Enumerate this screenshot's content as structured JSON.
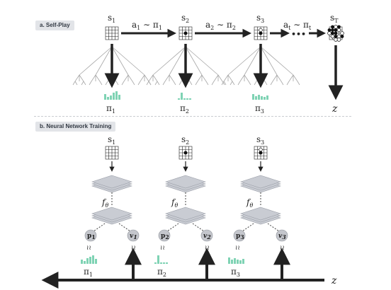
{
  "sections": {
    "self_play": {
      "tag": "a. Self-Play"
    },
    "training": {
      "tag": "b. Neural Network Training"
    }
  },
  "self_play": {
    "states": [
      {
        "label": "s",
        "sub": "1"
      },
      {
        "label": "s",
        "sub": "2"
      },
      {
        "label": "s",
        "sub": "3"
      },
      {
        "label": "s",
        "sub": "T"
      }
    ],
    "moves": [
      {
        "a": "a",
        "a_sub": "1",
        "rel": " ∼ π",
        "pi_sub": "1"
      },
      {
        "a": "a",
        "a_sub": "2",
        "rel": " ∼ π",
        "pi_sub": "2"
      },
      {
        "a": "a",
        "a_sub": "t",
        "rel": " ∼ π",
        "pi_sub": "t"
      }
    ],
    "policies": [
      {
        "label": "π",
        "sub": "1"
      },
      {
        "label": "π",
        "sub": "2"
      },
      {
        "label": "π",
        "sub": "3"
      }
    ],
    "outcome": "z",
    "ellipsis": "•••"
  },
  "training": {
    "states": [
      {
        "label": "s",
        "sub": "1"
      },
      {
        "label": "s",
        "sub": "2"
      },
      {
        "label": "s",
        "sub": "3"
      }
    ],
    "networks": [
      {
        "f": "f",
        "f_sub": "θ",
        "p": "p",
        "p_sub": "1",
        "v": "v",
        "v_sub": "1"
      },
      {
        "f": "f",
        "f_sub": "θ",
        "p": "p",
        "p_sub": "2",
        "v": "v",
        "v_sub": "2"
      },
      {
        "f": "f",
        "f_sub": "θ",
        "p": "p",
        "p_sub": "3",
        "v": "v",
        "v_sub": "3"
      }
    ],
    "match_symbol": "≀≀",
    "policies": [
      {
        "label": "π",
        "sub": "1"
      },
      {
        "label": "π",
        "sub": "2"
      },
      {
        "label": "π",
        "sub": "3"
      }
    ],
    "outcome": "z"
  },
  "colors": {
    "arrow": "#222222",
    "policy_bars": "#7fd3b4",
    "tree": "#a6a6a6",
    "layer_fill": "#c9ccd3",
    "node_fill": "#c4c6cc"
  }
}
